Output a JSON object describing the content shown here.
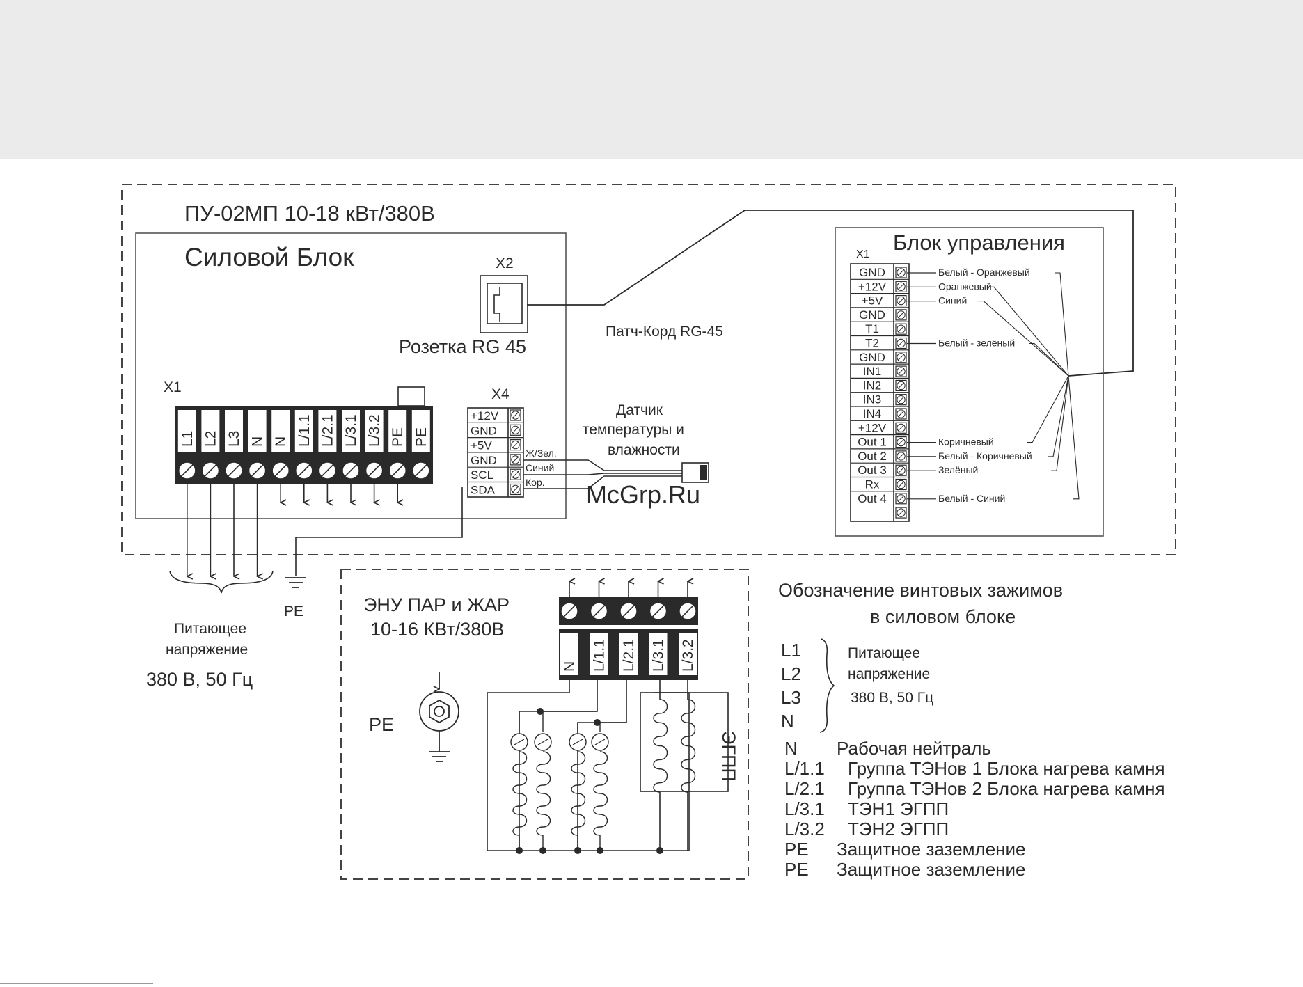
{
  "outer_box": {
    "title": "ПУ-02МП 10-18 кВт/380В"
  },
  "power_block": {
    "title": "Силовой Блок",
    "x2": {
      "label": "X2",
      "name": "Розетка RG 45"
    },
    "x1": {
      "label": "X1",
      "terminals": [
        "L1",
        "L2",
        "L3",
        "N",
        "N",
        "L/1.1",
        "L/2.1",
        "L/3.1",
        "L/3.2",
        "PE",
        "PE"
      ]
    },
    "x4": {
      "label": "X4",
      "pins": [
        "+12V",
        "GND",
        "+5V",
        "GND",
        "SCL",
        "SDA"
      ],
      "wires": [
        "Ж/Зел.",
        "Синий",
        "Кор."
      ]
    }
  },
  "patch_cord": "Патч-Корд RG-45",
  "sensor": {
    "line1": "Датчик",
    "line2": "температуры и",
    "line3": "влажности"
  },
  "control_block": {
    "title": "Блок управления",
    "x1_label": "X1",
    "pins": [
      "GND",
      "+12V",
      "+5V",
      "GND",
      "T1",
      "T2",
      "GND",
      "IN1",
      "IN2",
      "IN3",
      "IN4",
      "+12V",
      "Out 1",
      "Out 2",
      "Out 3",
      "Rx",
      "Out 4"
    ],
    "wires": [
      {
        "pin": 0,
        "label": "Белый - Оранжевый"
      },
      {
        "pin": 1,
        "label": "Оранжевый"
      },
      {
        "pin": 2,
        "label": "Синий"
      },
      {
        "pin": 5,
        "label": "Белый - зелёный"
      },
      {
        "pin": 12,
        "label": "Коричневый"
      },
      {
        "pin": 13,
        "label": "Белый - Коричневый"
      },
      {
        "pin": 14,
        "label": "Зелёный"
      },
      {
        "pin": 16,
        "label": "Белый - Синий"
      }
    ]
  },
  "supply": {
    "pe": "PE",
    "line1": "Питающее",
    "line2": "напряжение",
    "line3": "380 В, 50 Гц"
  },
  "heater": {
    "line1": "ЭНУ ПАР и ЖАР",
    "line2": "10-16 КВт/380В",
    "terminals": [
      "N",
      "L/1.1",
      "L/2.1",
      "L/3.1",
      "L/3.2"
    ],
    "pe": "PE",
    "egpp": "ЭГПП"
  },
  "legend": {
    "title1": "Обозначение винтовых зажимов",
    "title2": "в силовом блоке",
    "phases": [
      "L1",
      "L2",
      "L3",
      "N"
    ],
    "supply1": "Питающее",
    "supply2": "напряжение",
    "supply3": "380 В, 50 Гц",
    "rows": [
      {
        "code": "N",
        "text": "Рабочая нейтраль"
      },
      {
        "code": "L/1.1",
        "text": "Группа ТЭНов 1 Блока нагрева камня"
      },
      {
        "code": "L/2.1",
        "text": "Группа ТЭНов 2 Блока нагрева камня"
      },
      {
        "code": "L/3.1",
        "text": "ТЭН1 ЭГПП"
      },
      {
        "code": "L/3.2",
        "text": "ТЭН2 ЭГПП"
      },
      {
        "code": "PE",
        "text": "Защитное заземление"
      },
      {
        "code": "PE",
        "text": "Защитное заземление"
      }
    ]
  },
  "watermark": "McGrp.Ru"
}
